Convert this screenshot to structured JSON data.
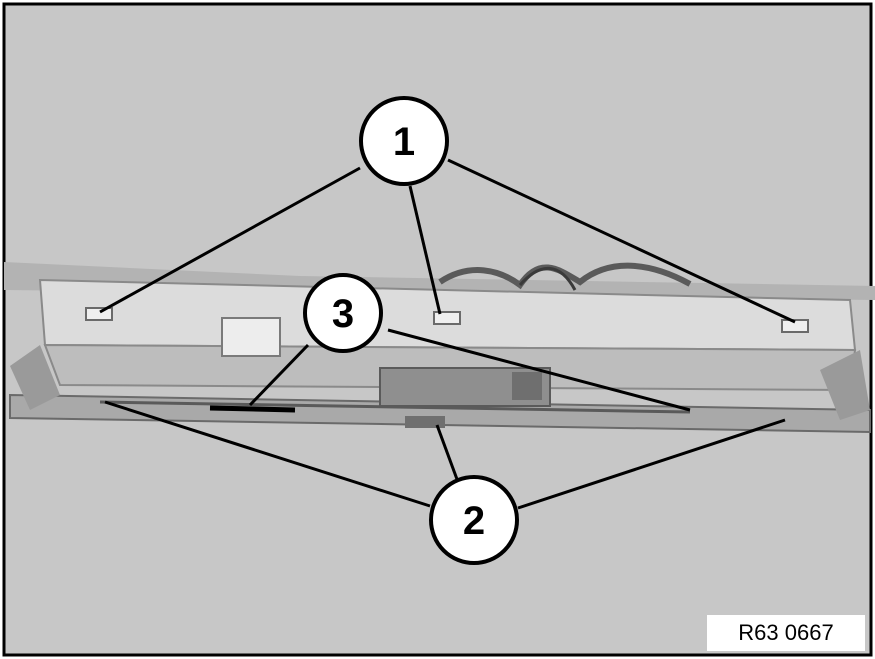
{
  "figure": {
    "reference": "R63 0667"
  },
  "callouts": [
    {
      "label": "1"
    },
    {
      "label": "2"
    },
    {
      "label": "3"
    }
  ],
  "colors": {
    "background_gray": "#c7c7c7",
    "component_light": "#dcdcdc",
    "component_mid": "#a9a9a9",
    "component_dark": "#5a5a5a",
    "line": "#000000",
    "callout_fill": "#ffffff"
  }
}
